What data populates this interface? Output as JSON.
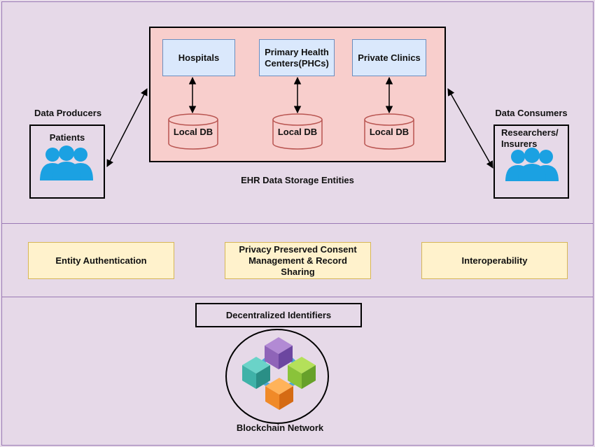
{
  "storage": {
    "hospitals": "Hospitals",
    "phc_line1": "Primary Health",
    "phc_line2": "Centers(PHCs)",
    "clinics": "Private Clinics",
    "db1": "Local DB",
    "db2": "Local DB",
    "db3": "Local DB",
    "caption": "EHR Data Storage Entities"
  },
  "producers": {
    "heading": "Data Producers",
    "entity": "Patients"
  },
  "consumers": {
    "heading": "Data Consumers",
    "entity_line1": "Researchers/",
    "entity_line2": "Insurers"
  },
  "services": {
    "auth": "Entity Authentication",
    "privacy_line1": "Privacy Preserved Consent",
    "privacy_line2": "Management & Record",
    "privacy_line3": "Sharing",
    "interop": "Interoperability"
  },
  "blockchain": {
    "did": "Decentralized Identifiers",
    "network": "Blockchain Network"
  },
  "colors": {
    "background": "#e6d9e8",
    "band_border": "#9a79b4",
    "storage_fill": "#f8cecc",
    "entity_fill": "#dae8fc",
    "feature_fill": "#fff2cc",
    "people_icon": "#1ba1e2"
  }
}
